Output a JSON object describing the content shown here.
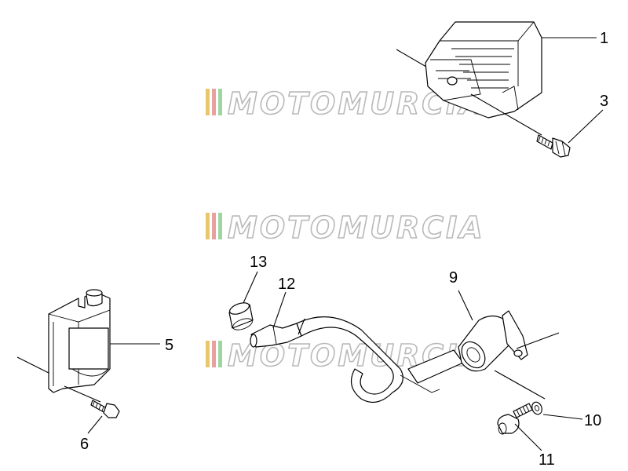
{
  "watermark": {
    "brand_text": "MOTOMURCIA",
    "stripe_colors": [
      "#e8c76a",
      "#e9a0a0",
      "#9fd59f"
    ]
  },
  "callouts": {
    "c1": "1",
    "c3": "3",
    "c5": "5",
    "c6": "6",
    "c9": "9",
    "c10": "10",
    "c11": "11",
    "c12": "12",
    "c13": "13"
  },
  "parts": [
    {
      "number": "1",
      "icon": "voltage-regulator-icon"
    },
    {
      "number": "3",
      "icon": "bolt-icon"
    },
    {
      "number": "5",
      "icon": "ignition-coil-icon"
    },
    {
      "number": "6",
      "icon": "bolt-icon"
    },
    {
      "number": "9",
      "icon": "spark-plug-cap-icon"
    },
    {
      "number": "10",
      "icon": "washer-icon"
    },
    {
      "number": "11",
      "icon": "bolt-icon"
    },
    {
      "number": "12",
      "icon": "hose-elbow-icon"
    },
    {
      "number": "13",
      "icon": "bushing-icon"
    }
  ]
}
